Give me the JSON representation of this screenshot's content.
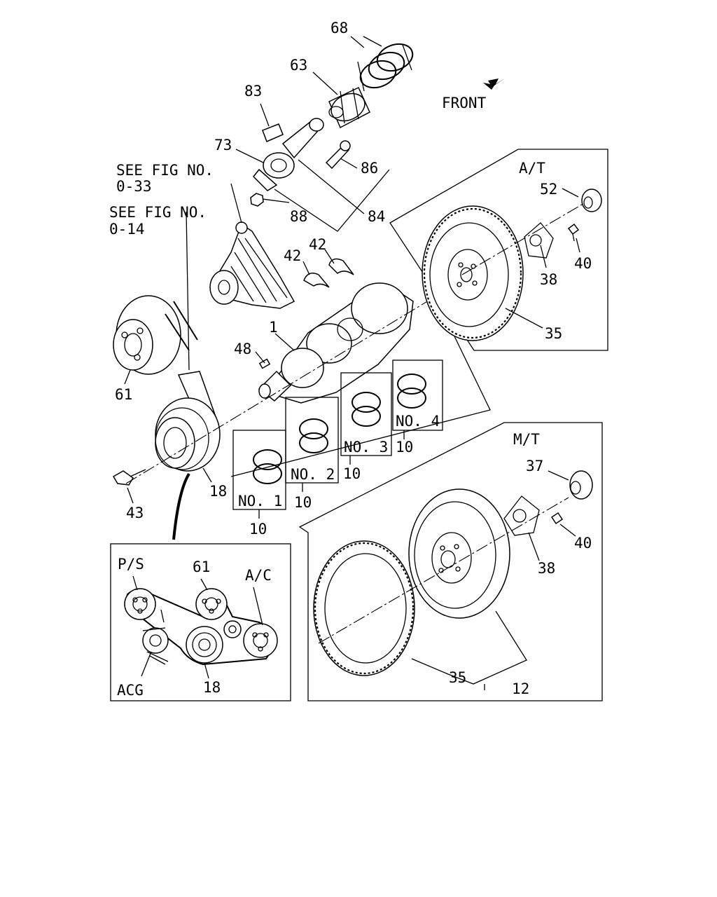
{
  "direction": {
    "label": "FRONT"
  },
  "references": {
    "fig_0_33": {
      "line1": "SEE FIG NO.",
      "line2": "0-33"
    },
    "fig_0_14": {
      "line1": "SEE FIG NO.",
      "line2": "0-14"
    }
  },
  "boxes": {
    "at": {
      "title": "A/T"
    },
    "mt": {
      "title": "M/T"
    },
    "belt": {
      "ps": "P/S",
      "ac": "A/C",
      "acg": "ACG"
    }
  },
  "bearings": [
    {
      "label": "NO. 1",
      "callout": "10"
    },
    {
      "label": "NO. 2",
      "callout": "10"
    },
    {
      "label": "NO. 3",
      "callout": "10"
    },
    {
      "label": "NO. 4",
      "callout": "10"
    }
  ],
  "callouts": {
    "p68": "68",
    "p63": "63",
    "p83": "83",
    "p73": "73",
    "p86": "86",
    "p84": "84",
    "p88": "88",
    "p42a": "42",
    "p42b": "42",
    "p1": "1",
    "p48": "48",
    "p61": "61",
    "p18": "18",
    "p43": "43",
    "at_52": "52",
    "at_40": "40",
    "at_38": "38",
    "at_35": "35",
    "mt_37": "37",
    "mt_40": "40",
    "mt_38": "38",
    "mt_35": "35",
    "mt_12": "12",
    "belt_61": "61",
    "belt_18": "18"
  }
}
